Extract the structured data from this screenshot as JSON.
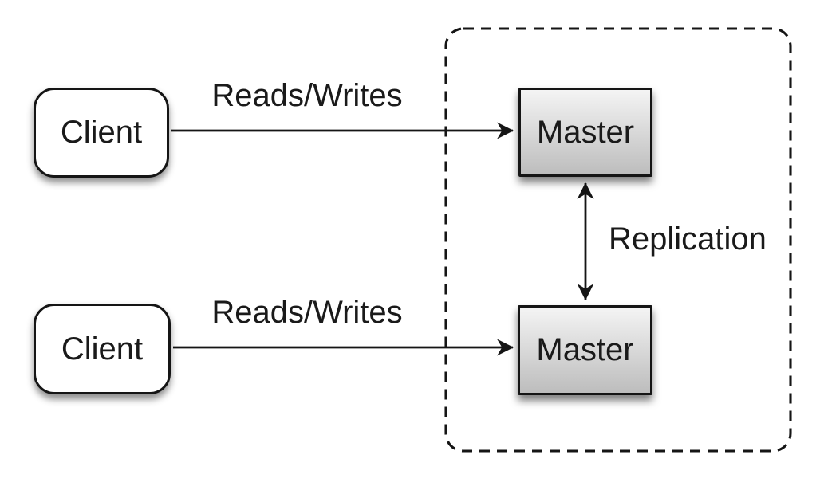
{
  "nodes": {
    "client_top": {
      "label": "Client"
    },
    "client_bottom": {
      "label": "Client"
    },
    "master_top": {
      "label": "Master"
    },
    "master_bottom": {
      "label": "Master"
    }
  },
  "edges": {
    "client_top_to_master_top": {
      "label": "Reads/Writes",
      "style": "arrow-right"
    },
    "client_bottom_to_master_bottom": {
      "label": "Reads/Writes",
      "style": "arrow-right"
    },
    "master_to_master": {
      "label": "Replication",
      "style": "double-arrow-vertical"
    }
  },
  "groups": {
    "master_cluster": {
      "style": "dashed-rounded-rectangle"
    }
  },
  "colors": {
    "background": "#ffffff",
    "line": "#151515",
    "text": "#1a1a1a",
    "client_fill": "#ffffff",
    "master_gradient_top": "#f4f4f4",
    "master_gradient_bottom": "#bdbdbd"
  }
}
